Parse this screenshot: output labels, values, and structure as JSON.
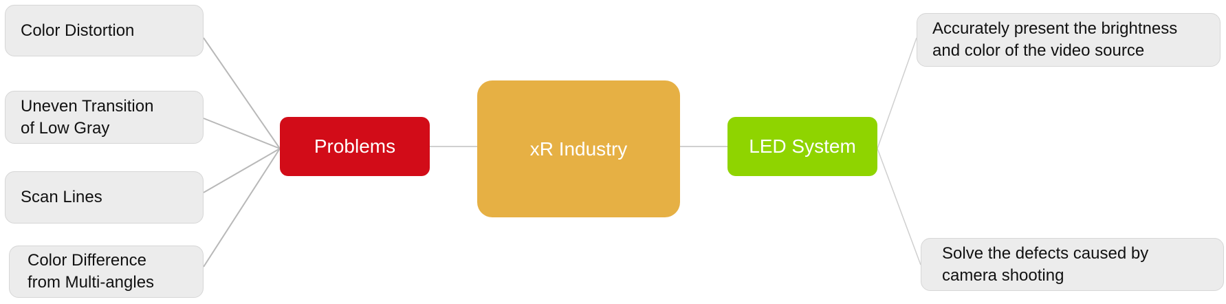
{
  "center": {
    "label": "xR Industry",
    "color": "#e6b044"
  },
  "left_branch": {
    "label": "Problems",
    "color": "#d20c18",
    "items": [
      "Color Distortion",
      "Uneven Transition\nof Low Gray",
      "Scan Lines",
      "Color Difference\nfrom Multi-angles"
    ]
  },
  "right_branch": {
    "label": "LED System",
    "color": "#8fd400",
    "items": [
      "Accurately present the brightness\nand color of the video source",
      "Solve the defects caused by\ncamera shooting"
    ]
  },
  "colors": {
    "leaf_bg": "#ececec",
    "leaf_border": "#d6d6d6",
    "connector": "#b8b8b8"
  }
}
